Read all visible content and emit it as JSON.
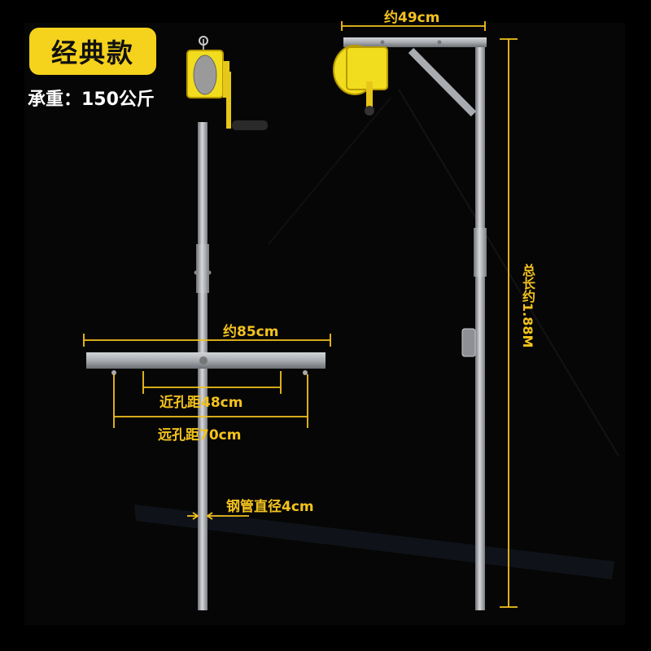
{
  "badge": {
    "text": "经典款",
    "color": "#f5d21c"
  },
  "capacity": "承重：150公斤",
  "dims": {
    "width_top": "约49cm",
    "total_length": "总长约1.88M",
    "bar_length": "约85cm",
    "near_hole": "近孔距48cm",
    "far_hole": "远孔距70cm",
    "pipe_diameter": "钢管直径4cm"
  },
  "colors": {
    "accent": "#f3c21d",
    "winch": "#f2dc1e",
    "pipe": "#b7b9bd"
  }
}
